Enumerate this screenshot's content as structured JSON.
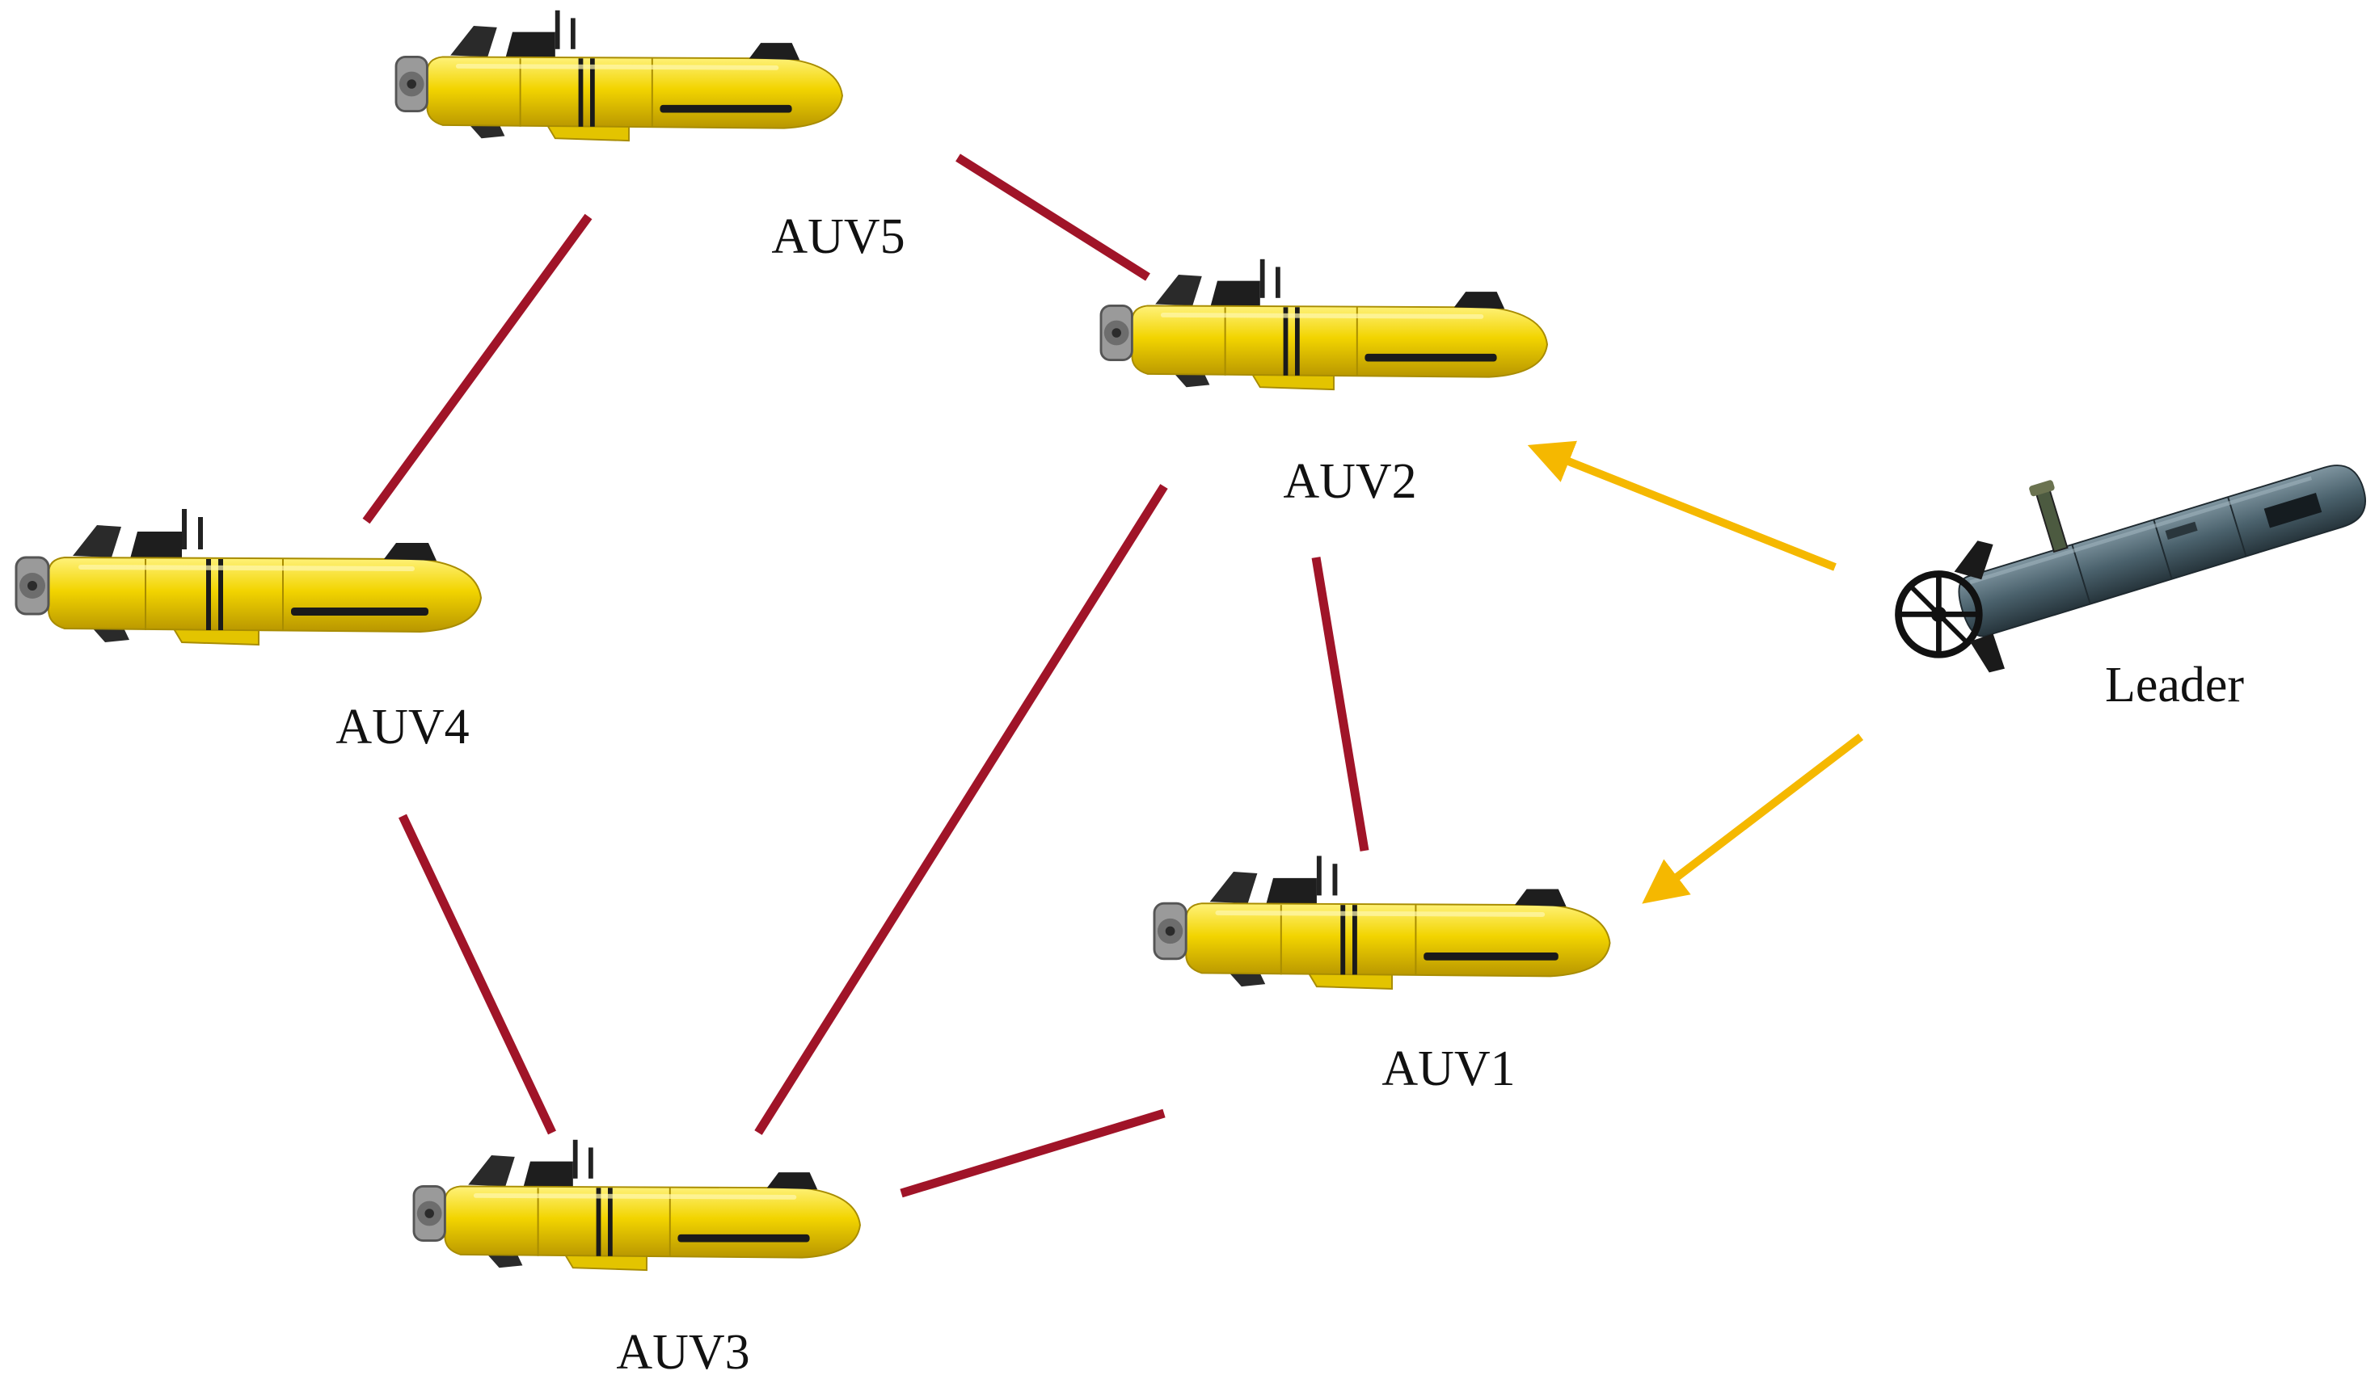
{
  "colors": {
    "background": "#ffffff",
    "link": "#a01428",
    "leader_arrow": "#f5b800",
    "auv_body": "#f2d400",
    "auv_shade": "#c9a800",
    "leader_body": "#3f5560"
  },
  "nodes": {
    "auv1": {
      "label": "AUV1",
      "icon": "yellow-auv-icon"
    },
    "auv2": {
      "label": "AUV2",
      "icon": "yellow-auv-icon"
    },
    "auv3": {
      "label": "AUV3",
      "icon": "yellow-auv-icon"
    },
    "auv4": {
      "label": "AUV4",
      "icon": "yellow-auv-icon"
    },
    "auv5": {
      "label": "AUV5",
      "icon": "yellow-auv-icon"
    },
    "leader": {
      "label": "Leader",
      "icon": "leader-auv-icon"
    }
  },
  "links": [
    {
      "from": "AUV5",
      "to": "AUV2",
      "kind": "undirected"
    },
    {
      "from": "AUV5",
      "to": "AUV4",
      "kind": "undirected"
    },
    {
      "from": "AUV4",
      "to": "AUV3",
      "kind": "undirected"
    },
    {
      "from": "AUV2",
      "to": "AUV3",
      "kind": "undirected"
    },
    {
      "from": "AUV2",
      "to": "AUV1",
      "kind": "undirected"
    },
    {
      "from": "AUV1",
      "to": "AUV3",
      "kind": "undirected"
    },
    {
      "from": "Leader",
      "to": "AUV2",
      "kind": "directed"
    },
    {
      "from": "Leader",
      "to": "AUV1",
      "kind": "directed"
    }
  ]
}
